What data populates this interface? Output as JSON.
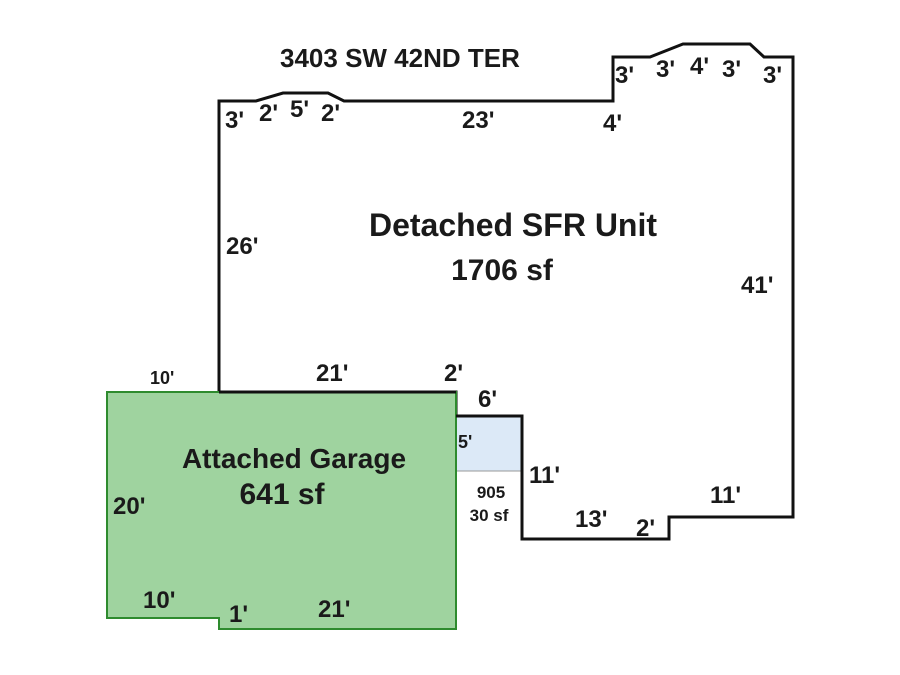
{
  "address": "3403 SW 42ND TER",
  "areas": {
    "house": {
      "name": "Detached SFR Unit",
      "size": "1706 sf"
    },
    "garage": {
      "name": "Attached Garage",
      "size": "641 sf",
      "color": "#9fd39f",
      "stroke": "#2e8b2e"
    },
    "small": {
      "code": "905",
      "size": "30 sf",
      "color": "#dce9f7"
    }
  },
  "dimensions": {
    "top_left_3": "3'",
    "top_left_2a": "2'",
    "top_left_5": "5'",
    "top_left_2b": "2'",
    "top_23": "23'",
    "top_4": "4'",
    "top_right_3a": "3'",
    "top_right_3b": "3'",
    "top_right_4": "4'",
    "top_right_3c": "3'",
    "top_right_3d": "3'",
    "left_26": "26'",
    "right_41": "41'",
    "mid_21": "21'",
    "mid_2": "2'",
    "mid_10": "10'",
    "step_6": "6'",
    "small_5": "5'",
    "right_11a": "11'",
    "bottom_13": "13'",
    "bottom_2": "2'",
    "bottom_right_11": "11'",
    "garage_20": "20'",
    "garage_10": "10'",
    "garage_1": "1'",
    "garage_21": "21'"
  },
  "colors": {
    "outline": "#111111",
    "background": "#ffffff"
  }
}
